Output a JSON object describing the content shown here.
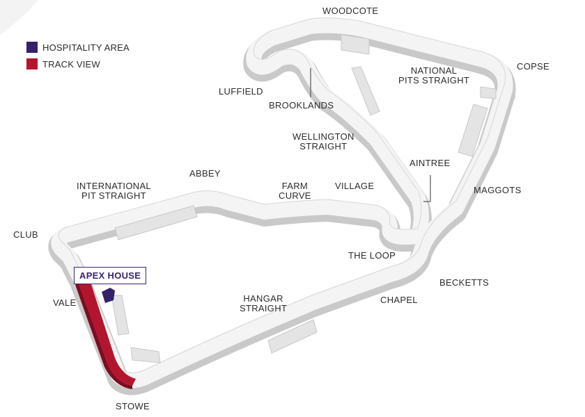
{
  "legend": {
    "items": [
      {
        "label": "HOSPITALITY AREA",
        "color": "#35206b"
      },
      {
        "label": "TRACK VIEW",
        "color": "#b3152f"
      }
    ]
  },
  "callout": {
    "label": "APEX HOUSE"
  },
  "corners": {
    "woodcote": "WOODCOTE",
    "copse": "COPSE",
    "national_pits": "NATIONAL\nPITS STRAIGHT",
    "luffield": "LUFFIELD",
    "brooklands": "BROOKLANDS",
    "wellington": "WELLINGTON\nSTRAIGHT",
    "aintree": "AINTREE",
    "maggots": "MAGGOTS",
    "abbey": "ABBEY",
    "international": "INTERNATIONAL\nPIT STRAIGHT",
    "farm": "FARM\nCURVE",
    "village": "VILLAGE",
    "club": "CLUB",
    "the_loop": "THE LOOP",
    "becketts": "BECKETTS",
    "chapel": "CHAPEL",
    "hangar": "HANGAR\nSTRAIGHT",
    "vale": "VALE",
    "stowe": "STOWE"
  },
  "colors": {
    "track": "#f2f2f2",
    "track_edge": "#c9c9c9",
    "track_view": "#b3152f",
    "hospitality": "#35206b",
    "building": "#dcdcdc"
  }
}
